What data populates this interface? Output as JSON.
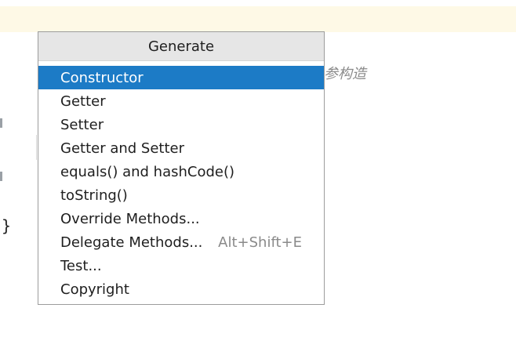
{
  "editor": {
    "comment_text": "参构造",
    "closing_brace": "}"
  },
  "popup": {
    "title": "Generate",
    "items": [
      {
        "label": "Constructor",
        "shortcut": "",
        "selected": true
      },
      {
        "label": "Getter",
        "shortcut": ""
      },
      {
        "label": "Setter",
        "shortcut": ""
      },
      {
        "label": "Getter and Setter",
        "shortcut": ""
      },
      {
        "label": "equals() and hashCode()",
        "shortcut": ""
      },
      {
        "label": "toString()",
        "shortcut": ""
      },
      {
        "label": "Override Methods...",
        "shortcut": ""
      },
      {
        "label": "Delegate Methods...",
        "shortcut": "Alt+Shift+E"
      },
      {
        "label": "Test...",
        "shortcut": ""
      },
      {
        "label": "Copyright",
        "shortcut": ""
      }
    ]
  },
  "colors": {
    "selection": "#1c7bc6",
    "header_bg": "#e6e6e6",
    "line_highlight": "#fef9e6"
  }
}
